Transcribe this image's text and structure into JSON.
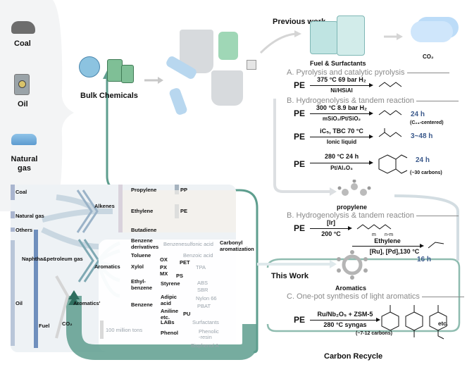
{
  "sources": {
    "items": [
      {
        "label": "Coal",
        "icon": "coal-icon"
      },
      {
        "label": "Oil",
        "icon": "oil-can-icon"
      },
      {
        "label": "Natural gas",
        "icon": "gas-flame-icon"
      }
    ]
  },
  "bulk": {
    "label": "Bulk Chemicals"
  },
  "previous": {
    "label": "Previous work",
    "fuel_label": "Fuel & Surfactants",
    "co2_label": "CO₂"
  },
  "sections": {
    "A": {
      "title": "A. Pyrolysis and catalytic pyrolysis",
      "reactions": [
        {
          "reactant": "PE",
          "top": "375 °C  69 bar H₂",
          "bottom": "Ni/HSiAl",
          "time": "",
          "note": ""
        }
      ]
    },
    "B1": {
      "title": "B. Hydrogenolysis & tandem reaction",
      "reactions": [
        {
          "reactant": "PE",
          "top": "300 °C  8.9 bar H₂",
          "bottom": "mSiO₂/Pt/SiO₂",
          "time": "24 h",
          "note": "(C₂₃-centered)"
        },
        {
          "reactant": "PE",
          "top": "iC₅, TBC  70 °C",
          "bottom": "Ionic liquid",
          "time": "3~48 h",
          "note": ""
        },
        {
          "reactant": "PE",
          "top": "280 °C  24 h",
          "bottom": "Pt/Al₂O₃",
          "time": "24 h",
          "note": "(~30 carbons)"
        }
      ]
    },
    "propylene_label": "propylene",
    "B2": {
      "title": "B. Hydrogenolysis & tandem reaction",
      "reactant": "PE",
      "top": "[Ir]",
      "bottom": "200 °C",
      "sub_m": "m",
      "sub_nm": "n-m",
      "step2_top": "Ethylene",
      "step2_bottom": "[Ru], [Pd],130 °C",
      "time": "16 h"
    },
    "aromatics_label": "Aromatics",
    "this_work": "This Work",
    "C": {
      "title": "C. One-pot synthesis of light aromatics",
      "reactant": "PE",
      "top": "Ru/Nb₂O₅ + ZSM-5",
      "bottom": "280 °C  syngas",
      "note": "(~7-12 carbons)",
      "etc": "etc."
    },
    "carbon_recycle": "Carbon Recycle"
  },
  "sankey": {
    "sources": [
      "Coal",
      "Natural gas",
      "Others",
      "Naphtha&petroleum gas",
      "Oil",
      "Fuel",
      "CO₂"
    ],
    "hubs": [
      "Alkenes",
      "Aromatics",
      "Aromatics'"
    ],
    "alkenes": [
      "Propylene",
      "Ethylene",
      "Butadiene"
    ],
    "polymers": [
      "PP",
      "PE"
    ],
    "aromatic_products": [
      "Benzene derivatives",
      "Toluene",
      "Xylol",
      "Ethyl-benzene",
      "Benzene"
    ],
    "derivatives": {
      "benzenesulfonic": "Benzenesulfonic acid",
      "benzoic": "Benzoic acid",
      "ox": "OX",
      "pet": "PET",
      "px": "PX",
      "tpa": "TPA",
      "mx": "MX",
      "ps": "PS",
      "styrene": "Styrene",
      "abs": "ABS",
      "sbr": "SBR",
      "adipic": "Adipic acid",
      "nylon": "Nylon 66",
      "pbat": "PBAT",
      "aniline": "Aniline etc.",
      "pu": "PU",
      "labs": "LABs",
      "surfactants": "Surfactants",
      "phenol": "Phenol",
      "phenolic": "Phenolic -resin",
      "bpa": "Bisphenol A"
    },
    "carbonyl": "Carbonyl aromatization",
    "scale": "100 million tons"
  }
}
